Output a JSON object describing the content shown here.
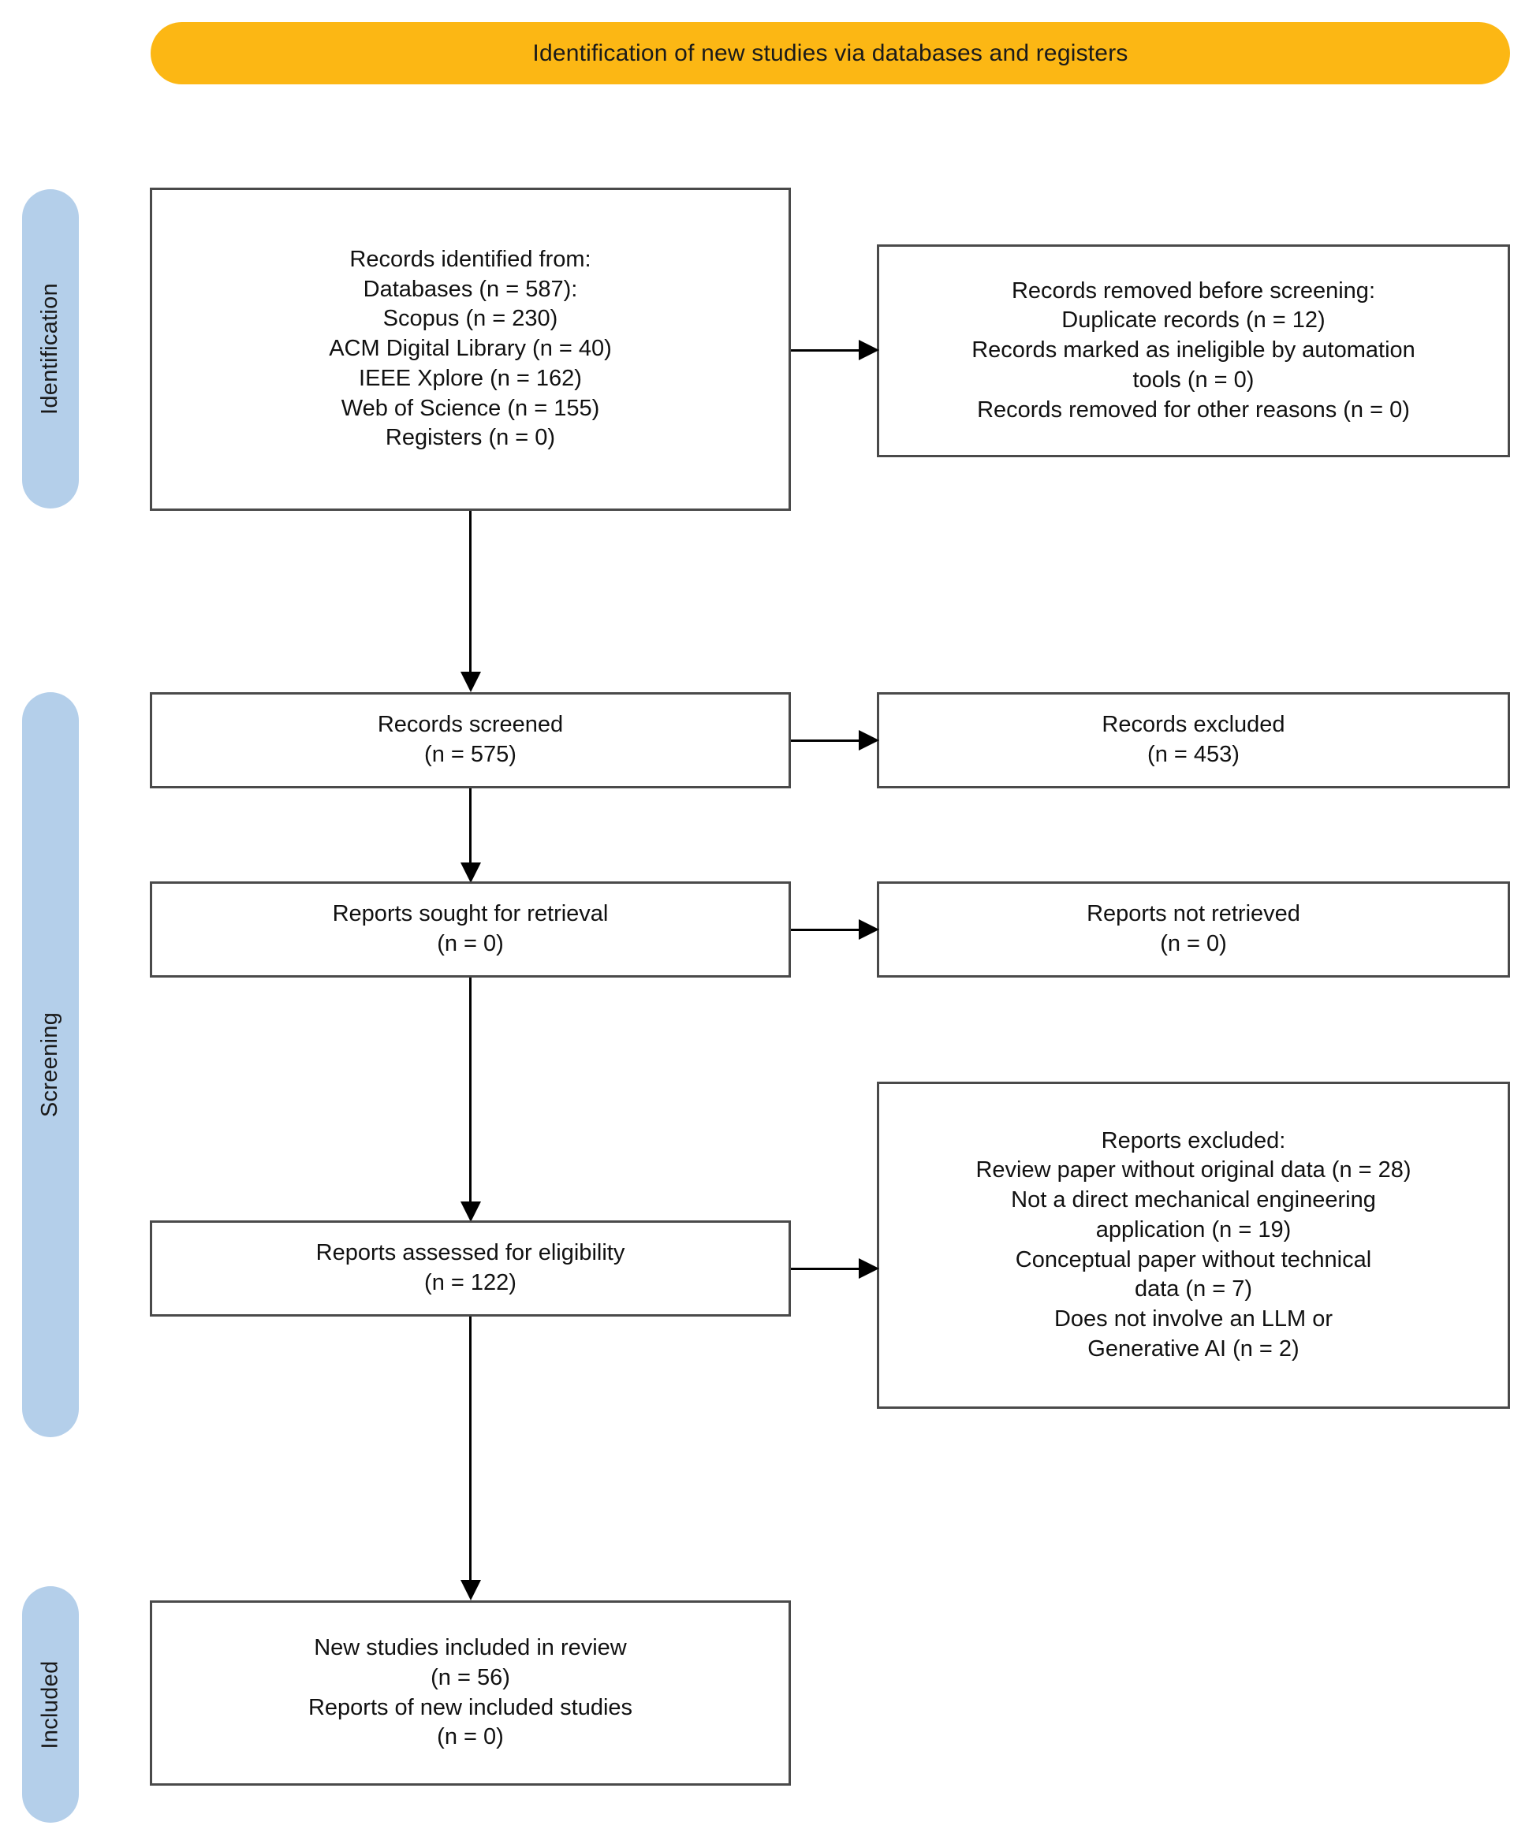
{
  "banner": {
    "title": "Identification of new studies via databases and registers",
    "color": "#FCB714"
  },
  "stages": {
    "color": "#B4CFEA",
    "identification": "Identification",
    "screening": "Screening",
    "included": "Included"
  },
  "boxes": {
    "records_identified": "Records identified from:\nDatabases (n = 587):\nScopus (n = 230)\nACM Digital Library (n = 40)\nIEEE Xplore (n = 162)\nWeb of Science (n = 155)\nRegisters (n = 0)",
    "records_removed": "Records removed before screening:\nDuplicate records (n = 12)\nRecords marked as ineligible by automation\ntools (n = 0)\nRecords removed for other reasons (n = 0)",
    "records_screened": "Records screened\n(n = 575)",
    "records_excluded": "Records excluded\n(n = 453)",
    "reports_sought": "Reports sought for retrieval\n(n = 0)",
    "reports_not_retrieved": "Reports not retrieved\n(n = 0)",
    "reports_assessed": "Reports assessed for eligibility\n(n = 122)",
    "reports_excluded": "Reports excluded:\nReview paper without original data (n = 28)\nNot a direct mechanical engineering\napplication (n = 19)\nConceptual paper without technical\ndata (n = 7)\nDoes not involve an LLM or\nGenerative AI (n = 2)",
    "new_studies_included": "New studies included in review\n(n = 56)\nReports of new included studies\n(n = 0)"
  },
  "chart_data": {
    "type": "diagram",
    "title": "Identification of new studies via databases and registers",
    "diagram_kind": "PRISMA 2020 flow diagram",
    "stages": [
      "Identification",
      "Screening",
      "Included"
    ],
    "nodes": [
      {
        "id": "records_identified",
        "stage": "Identification",
        "column": "left",
        "label": "Records identified from",
        "items": [
          {
            "label": "Databases",
            "n": 587
          },
          {
            "label": "Scopus",
            "n": 230
          },
          {
            "label": "ACM Digital Library",
            "n": 40
          },
          {
            "label": "IEEE Xplore",
            "n": 162
          },
          {
            "label": "Web of Science",
            "n": 155
          },
          {
            "label": "Registers",
            "n": 0
          }
        ]
      },
      {
        "id": "records_removed",
        "stage": "Identification",
        "column": "right",
        "label": "Records removed before screening",
        "items": [
          {
            "label": "Duplicate records",
            "n": 12
          },
          {
            "label": "Records marked as ineligible by automation tools",
            "n": 0
          },
          {
            "label": "Records removed for other reasons",
            "n": 0
          }
        ]
      },
      {
        "id": "records_screened",
        "stage": "Screening",
        "column": "left",
        "label": "Records screened",
        "n": 575
      },
      {
        "id": "records_excluded",
        "stage": "Screening",
        "column": "right",
        "label": "Records excluded",
        "n": 453
      },
      {
        "id": "reports_sought",
        "stage": "Screening",
        "column": "left",
        "label": "Reports sought for retrieval",
        "n": 0
      },
      {
        "id": "reports_not_retrieved",
        "stage": "Screening",
        "column": "right",
        "label": "Reports not retrieved",
        "n": 0
      },
      {
        "id": "reports_assessed",
        "stage": "Screening",
        "column": "left",
        "label": "Reports assessed for eligibility",
        "n": 122
      },
      {
        "id": "reports_excluded",
        "stage": "Screening",
        "column": "right",
        "label": "Reports excluded",
        "items": [
          {
            "label": "Review paper without original data",
            "n": 28
          },
          {
            "label": "Not a direct mechanical engineering application",
            "n": 19
          },
          {
            "label": "Conceptual paper without technical data",
            "n": 7
          },
          {
            "label": "Does not involve an LLM or Generative AI",
            "n": 2
          }
        ]
      },
      {
        "id": "new_studies_included",
        "stage": "Included",
        "column": "left",
        "label": "New studies included in review",
        "items": [
          {
            "label": "New studies included in review",
            "n": 56
          },
          {
            "label": "Reports of new included studies",
            "n": 0
          }
        ]
      }
    ],
    "edges": [
      {
        "from": "records_identified",
        "to": "records_removed",
        "direction": "right"
      },
      {
        "from": "records_identified",
        "to": "records_screened",
        "direction": "down"
      },
      {
        "from": "records_screened",
        "to": "records_excluded",
        "direction": "right"
      },
      {
        "from": "records_screened",
        "to": "reports_sought",
        "direction": "down"
      },
      {
        "from": "reports_sought",
        "to": "reports_not_retrieved",
        "direction": "right"
      },
      {
        "from": "reports_sought",
        "to": "reports_assessed",
        "direction": "down"
      },
      {
        "from": "reports_assessed",
        "to": "reports_excluded",
        "direction": "right"
      },
      {
        "from": "reports_assessed",
        "to": "new_studies_included",
        "direction": "down"
      }
    ]
  }
}
